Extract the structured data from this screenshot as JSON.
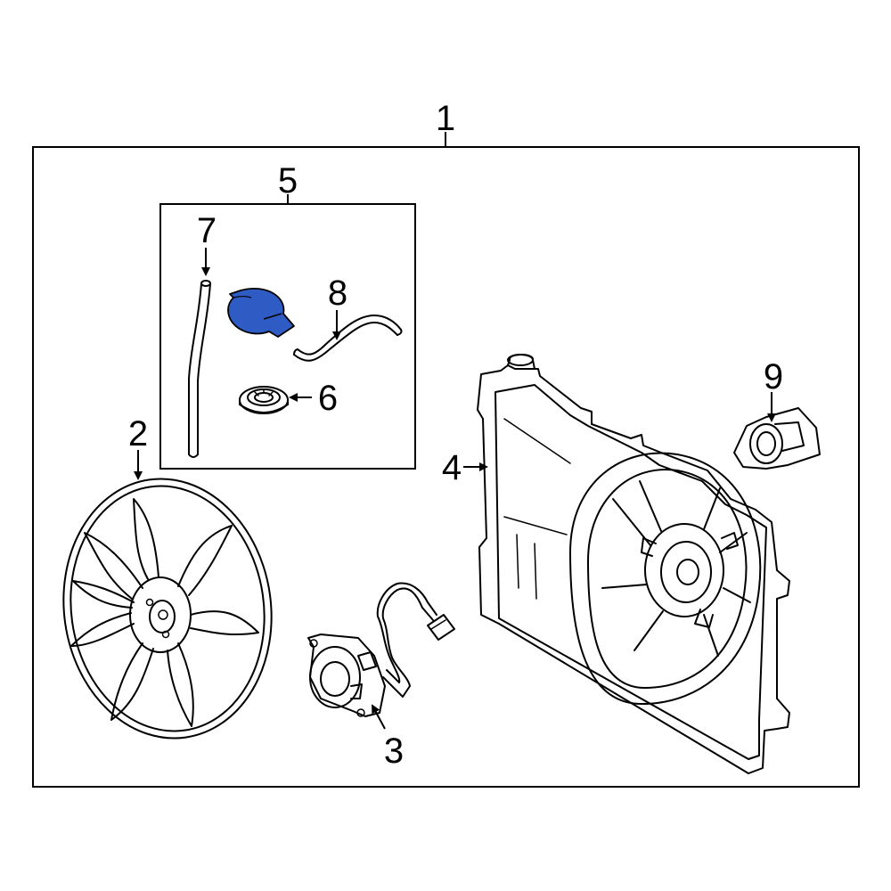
{
  "callouts": {
    "c1": "1",
    "c2": "2",
    "c3": "3",
    "c4": "4",
    "c5": "5",
    "c6": "6",
    "c7": "7",
    "c8": "8",
    "c9": "9"
  },
  "colors": {
    "line": "#000000",
    "highlight_part": "#2f5cc4",
    "background": "#ffffff"
  }
}
